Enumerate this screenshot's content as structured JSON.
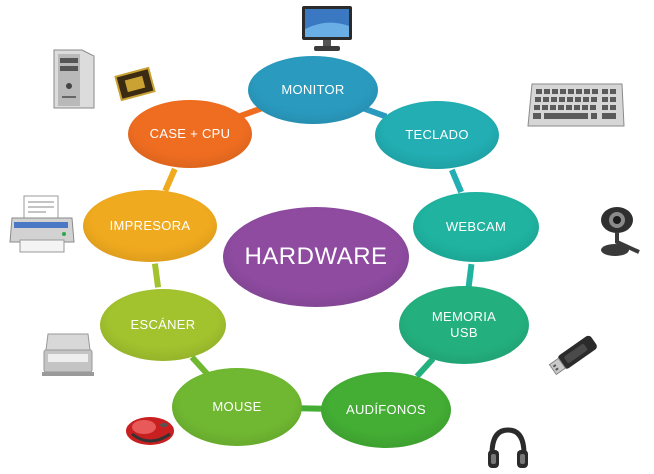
{
  "hub": {
    "label": "HARDWARE",
    "color": "#8e4ba0"
  },
  "nodes": [
    {
      "id": "monitor",
      "label": "MONITOR",
      "color": "#2a9bbf"
    },
    {
      "id": "teclado",
      "label": "TECLADO",
      "color": "#22aeb2"
    },
    {
      "id": "webcam",
      "label": "WEBCAM",
      "color": "#1fb3a0"
    },
    {
      "id": "memoria-usb",
      "label": "MEMORIA\nUSB",
      "color": "#24b07e"
    },
    {
      "id": "audifonos",
      "label": "AUDÍFONOS",
      "color": "#43ad34"
    },
    {
      "id": "mouse",
      "label": "MOUSE",
      "color": "#70b832"
    },
    {
      "id": "escaner",
      "label": "ESCÁNER",
      "color": "#a2c22e"
    },
    {
      "id": "impresora",
      "label": "IMPRESORA",
      "color": "#f0aa1f"
    },
    {
      "id": "case-cpu",
      "label": "CASE + CPU",
      "color": "#ef6d21"
    }
  ],
  "icons": [
    "monitor-icon",
    "keyboard-icon",
    "webcam-icon",
    "usb-drive-icon",
    "headphones-icon",
    "mouse-icon",
    "scanner-icon",
    "printer-icon",
    "cpu-case-icon",
    "processor-chip-icon"
  ]
}
